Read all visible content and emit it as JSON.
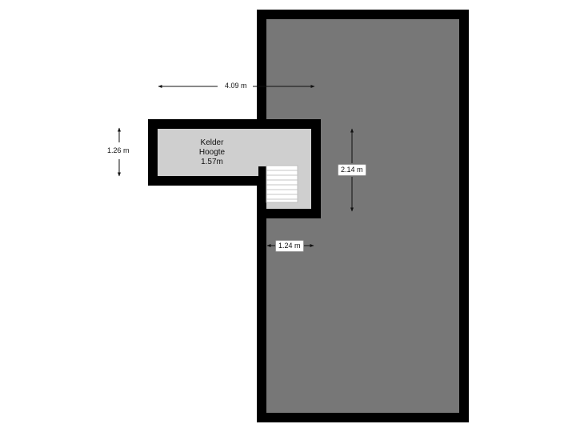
{
  "plan": {
    "wall_color": "#000000",
    "exterior_fill": "#777777",
    "room_fill": "#cfcfcf",
    "stair_fill": "#ffffff",
    "room": {
      "name": "Kelder",
      "height_label": "Hoogte",
      "height_value": "1.57m"
    },
    "dimensions": {
      "top_width": "4.09 m",
      "left_height": "1.26 m",
      "right_height": "2.14 m",
      "stair_width": "1.24 m"
    }
  }
}
